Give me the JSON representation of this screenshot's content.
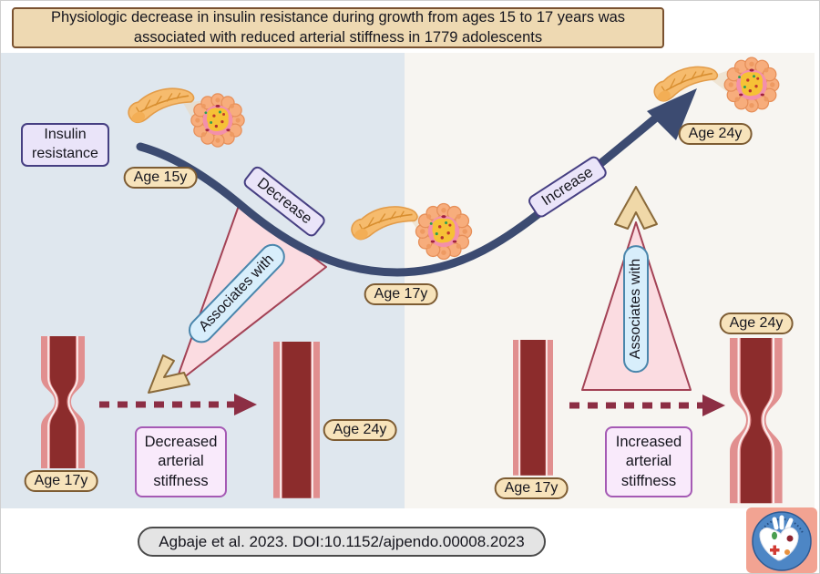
{
  "banner": {
    "text": "Physiologic decrease in insulin resistance during growth from ages 15 to 17 years was associated with reduced arterial stiffness in 1779 adolescents"
  },
  "curve": {
    "decrease_label": "Decrease",
    "increase_label": "Increase",
    "start_age": "Age 15y",
    "mid_age": "Age 17y",
    "end_age": "Age 24y"
  },
  "left_panel": {
    "insulin_resistance_label": "Insulin resistance",
    "associates_with_label": "Associates with",
    "narrow_vessel_age": "Age 17y",
    "straight_vessel_age": "Age 24y",
    "outcome_label": "Decreased arterial stiffness"
  },
  "right_panel": {
    "associates_with_label": "Associates with",
    "straight_vessel_age": "Age 17y",
    "narrow_vessel_age": "Age 24y",
    "outcome_label": "Increased arterial stiffness"
  },
  "footer": {
    "citation": "Agbaje et al. 2023. DOI:10.1152/ajpendo.00008.2023"
  },
  "colors": {
    "navy_arrow": "#3c4b71",
    "panel_left_bg": "#dfe7ee",
    "panel_right_bg": "#f7f5f1",
    "banner_bg": "#eed9b2",
    "age_pill_bg": "#f7e3bb",
    "vessel_dark": "#8c2c2c",
    "vessel_outer": "#e18f8f",
    "dashed_arrow": "#8c2e44",
    "triangle_fill": "#fbdce1",
    "lavender_box_bg": "#eae4f9",
    "blue_pill_bg": "#d8eefb",
    "outcome_box_bg": "#f9eafb"
  },
  "icons": {
    "pancreas": "pancreas-icon",
    "islet": "islet-magnified-icon",
    "narrow_vessel": "narrowed-artery-icon",
    "straight_vessel": "stiff-artery-icon",
    "logo": "heart-research-logo"
  }
}
